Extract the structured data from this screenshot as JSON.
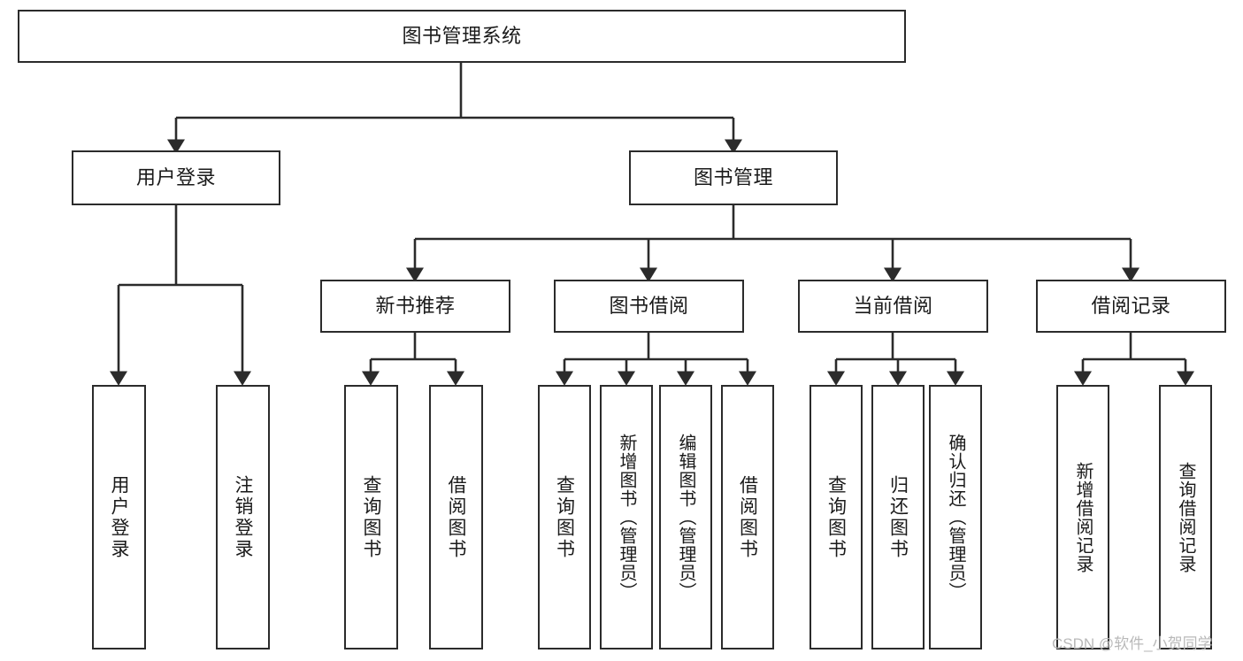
{
  "diagram": {
    "title": "图书管理系统",
    "type": "tree-hierarchy-chart",
    "root": {
      "id": "root",
      "label": "图书管理系统",
      "orientation": "horizontal"
    },
    "level2": [
      {
        "id": "user-login",
        "label": "用户登录",
        "orientation": "horizontal"
      },
      {
        "id": "book-management",
        "label": "图书管理",
        "orientation": "horizontal"
      }
    ],
    "level3": [
      {
        "id": "new-book-recommend",
        "label": "新书推荐",
        "orientation": "horizontal",
        "parent": "book-management"
      },
      {
        "id": "book-borrow",
        "label": "图书借阅",
        "orientation": "horizontal",
        "parent": "book-management"
      },
      {
        "id": "current-borrow",
        "label": "当前借阅",
        "orientation": "horizontal",
        "parent": "book-management"
      },
      {
        "id": "borrow-record",
        "label": "借阅记录",
        "orientation": "horizontal",
        "parent": "book-management"
      }
    ],
    "leaves": [
      {
        "id": "leaf-user-login",
        "label": "用户登录",
        "parent": "user-login"
      },
      {
        "id": "leaf-logout-login",
        "label": "注销登录",
        "parent": "user-login"
      },
      {
        "id": "leaf-query-book-1",
        "label": "查询图书",
        "parent": "new-book-recommend"
      },
      {
        "id": "leaf-borrow-book-1",
        "label": "借阅图书",
        "parent": "new-book-recommend"
      },
      {
        "id": "leaf-query-book-2",
        "label": "查询图书",
        "parent": "book-borrow"
      },
      {
        "id": "leaf-add-book",
        "label": "新增图书（管理员）",
        "parent": "book-borrow"
      },
      {
        "id": "leaf-edit-book",
        "label": "编辑图书（管理员）",
        "parent": "book-borrow"
      },
      {
        "id": "leaf-borrow-book-2",
        "label": "借阅图书",
        "parent": "book-borrow"
      },
      {
        "id": "leaf-query-book-3",
        "label": "查询图书",
        "parent": "current-borrow"
      },
      {
        "id": "leaf-return-book",
        "label": "归还图书",
        "parent": "current-borrow"
      },
      {
        "id": "leaf-confirm-return",
        "label": "确认归还（管理员）",
        "parent": "current-borrow"
      },
      {
        "id": "leaf-add-record",
        "label": "新增借阅记录",
        "parent": "borrow-record"
      },
      {
        "id": "leaf-query-record",
        "label": "查询借阅记录",
        "parent": "borrow-record"
      }
    ],
    "colors": {
      "stroke": "#2b2b2b",
      "fill": "#ffffff",
      "text": "#1a1a1a",
      "watermark": "#b9b9b9"
    }
  },
  "watermark": {
    "text": "CSDN @软件_小贺同学"
  }
}
